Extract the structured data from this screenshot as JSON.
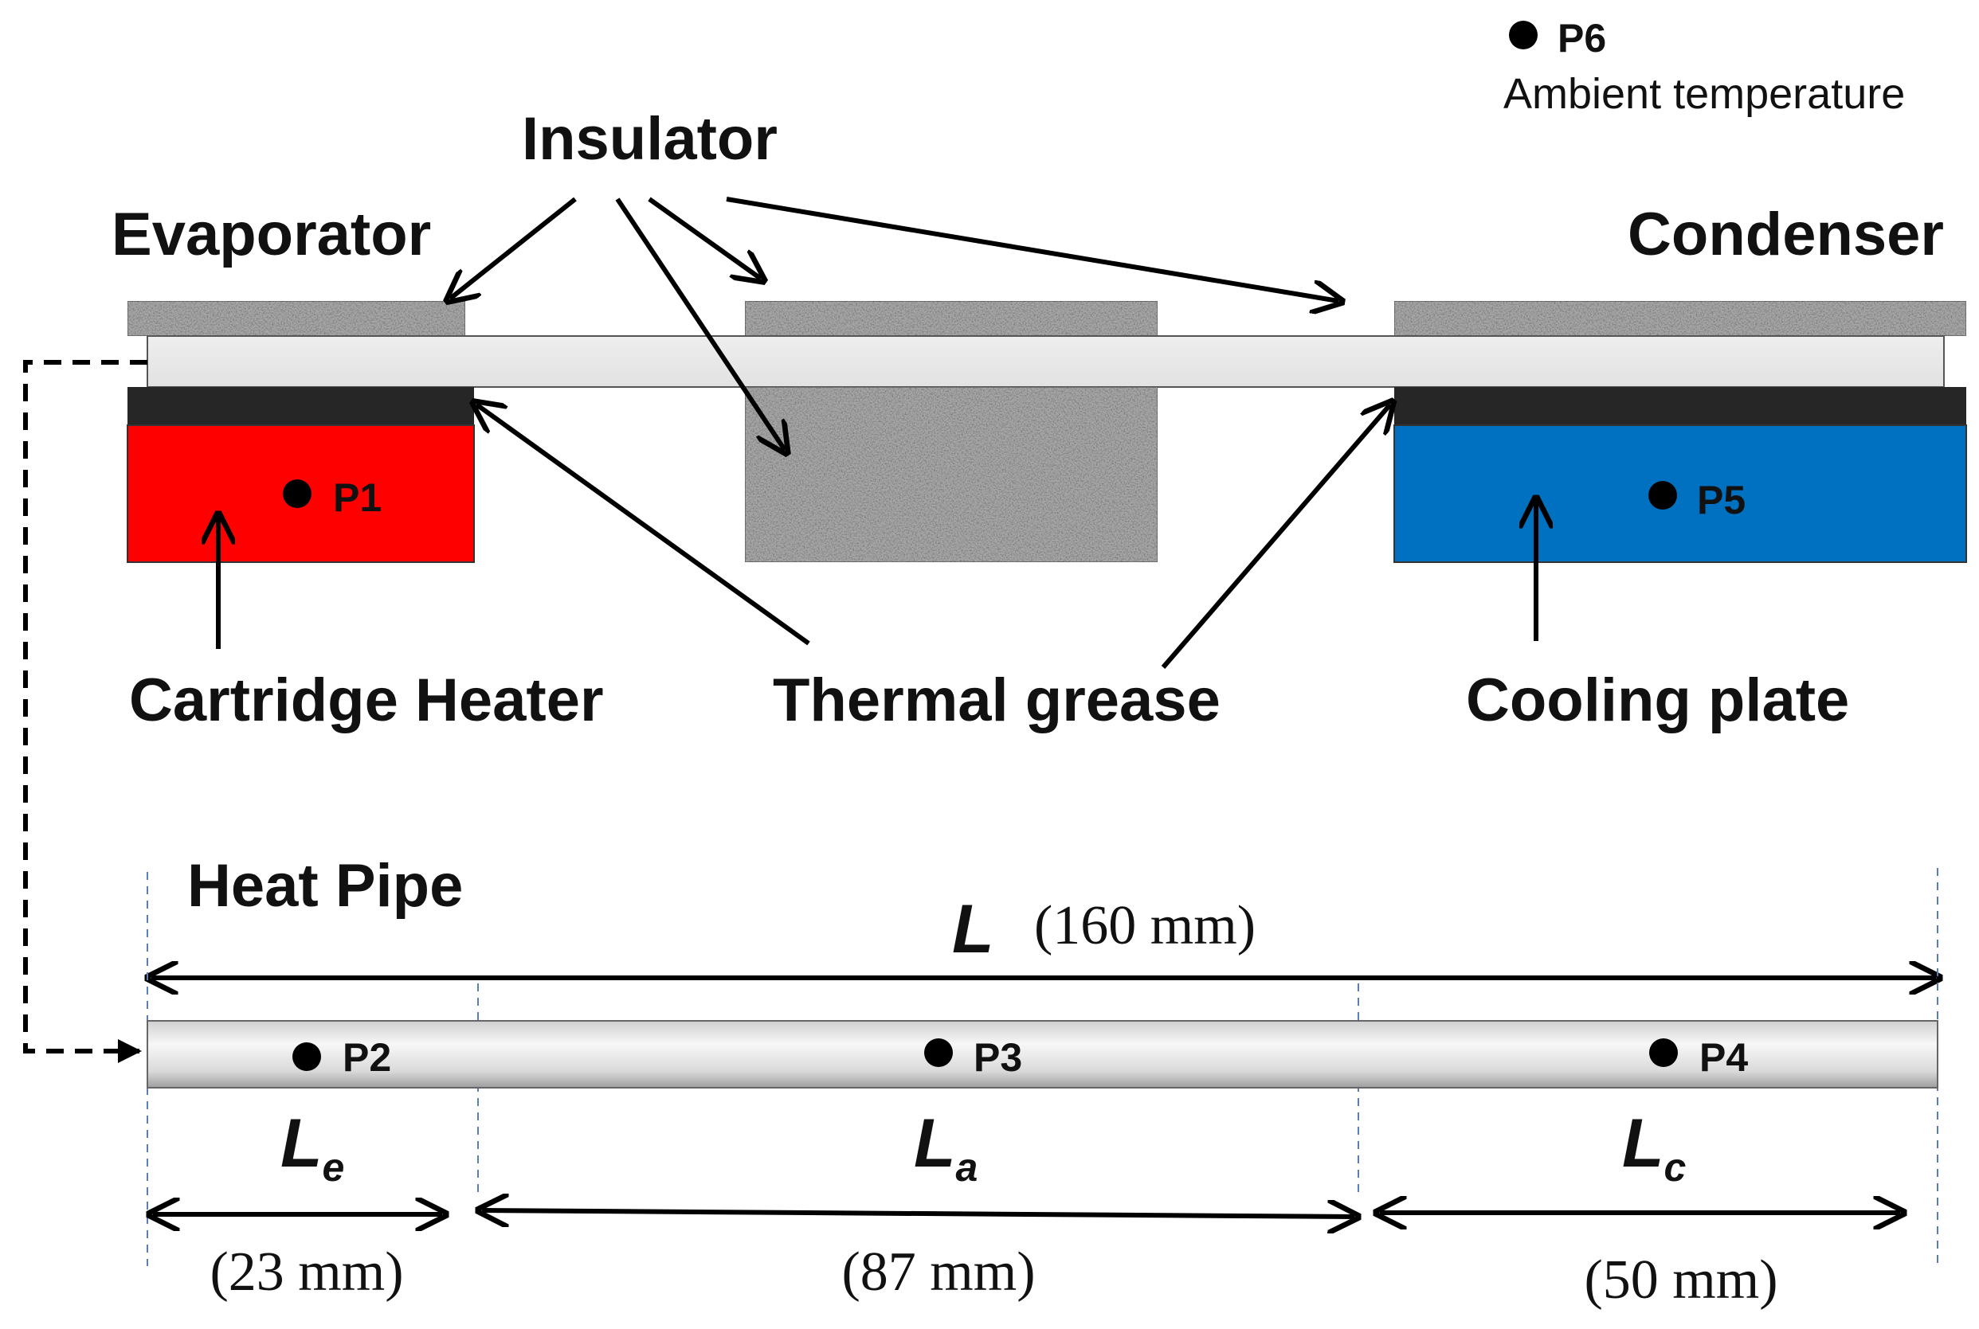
{
  "labels": {
    "insulator": "Insulator",
    "evaporator": "Evaporator",
    "condenser": "Condenser",
    "cartridge_heater": "Cartridge Heater",
    "thermal_grease": "Thermal grease",
    "cooling_plate": "Cooling plate",
    "heat_pipe": "Heat Pipe"
  },
  "ambient": {
    "point": "P6",
    "text": "Ambient temperature"
  },
  "points": {
    "p1": "P1",
    "p2": "P2",
    "p3": "P3",
    "p4": "P4",
    "p5": "P5"
  },
  "dimensions": {
    "total": {
      "symbol": "L",
      "value": "(160 mm)"
    },
    "evaporator": {
      "symbol": "L",
      "subscript": "e",
      "value": "(23 mm)"
    },
    "adiabatic": {
      "symbol": "L",
      "subscript": "a",
      "value": "(87 mm)"
    },
    "condenser": {
      "symbol": "L",
      "subscript": "c",
      "value": "(50 mm)"
    }
  },
  "colors": {
    "heater": "#ff0000",
    "cooling_plate": "#0070c0",
    "grease": "#262626",
    "pipe_light": "#f2f2f2",
    "pipe_dark": "#b4b4b4",
    "insulator": "#a8a8a8"
  }
}
